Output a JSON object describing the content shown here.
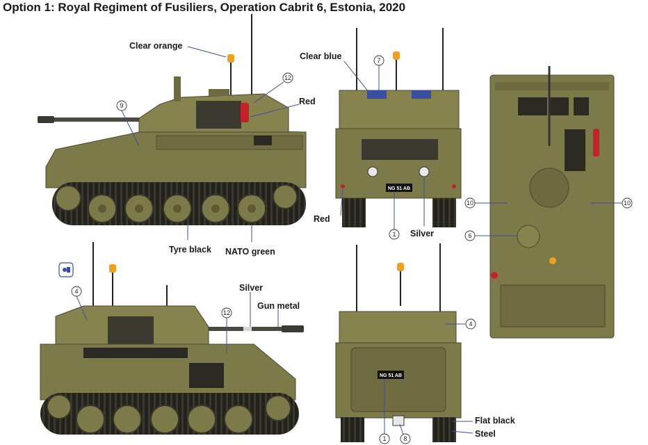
{
  "title": "Option 1: Royal Regiment of Fusiliers, Operation Cabrit 6, Estonia, 2020",
  "labels": {
    "clear_orange": "Clear orange",
    "red_top": "Red",
    "tyre_black": "Tyre black",
    "nato_green": "NATO green",
    "clear_blue": "Clear blue",
    "red_front": "Red",
    "silver_front": "Silver",
    "silver_gun": "Silver",
    "gun_metal": "Gun metal",
    "flat_black": "Flat black",
    "steel": "Steel"
  },
  "callouts": {
    "side_12": "12",
    "side_9": "9",
    "front_7": "7",
    "front_1": "1",
    "top_10_left": "10",
    "top_10_right": "10",
    "top_6": "6",
    "side2_4": "4",
    "side2_12": "12",
    "rear_4": "4",
    "rear_1": "1",
    "rear_8": "8"
  },
  "plates": {
    "front": "NG 51 AB",
    "rear": "NG 51 AB"
  },
  "colors": {
    "nato_green": "#7d7a4a",
    "dark_green": "#5c5a33",
    "track": "#2e2c24",
    "amber": "#f0a020",
    "red": "#c8202a",
    "blue": "#3a4fa0"
  },
  "icons": {
    "paint_icon": "paint-drop-icon"
  }
}
